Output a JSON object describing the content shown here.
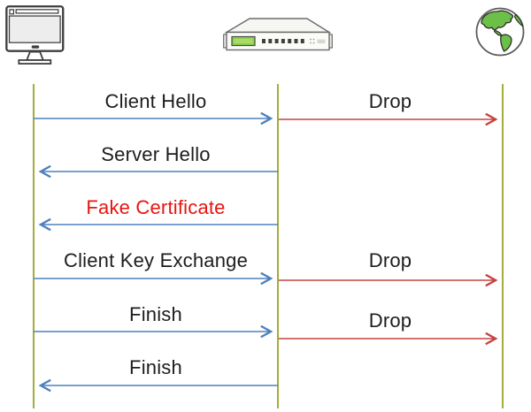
{
  "diagram": {
    "type": "sequence-diagram",
    "actors": [
      {
        "name": "client",
        "icon": "desktop-computer-icon"
      },
      {
        "name": "interception-device",
        "icon": "rack-server-icon"
      },
      {
        "name": "internet",
        "icon": "globe-icon"
      }
    ],
    "colors": {
      "lifeline": "#a2ad3c",
      "arrow_blue": "#4f81bd",
      "arrow_red": "#c5433f",
      "text_red": "#e8140f",
      "text_default": "#1d1d1d"
    },
    "messages": [
      {
        "label": "Client Hello",
        "from": "client",
        "to": "interception-device",
        "arrow": "blue",
        "text_color": "default"
      },
      {
        "label": "Drop",
        "from": "interception-device",
        "to": "internet",
        "arrow": "red",
        "text_color": "default"
      },
      {
        "label": "Server Hello",
        "from": "interception-device",
        "to": "client",
        "arrow": "blue",
        "text_color": "default"
      },
      {
        "label": "Fake Certificate",
        "from": "interception-device",
        "to": "client",
        "arrow": "blue",
        "text_color": "red"
      },
      {
        "label": "Client Key Exchange",
        "from": "client",
        "to": "interception-device",
        "arrow": "blue",
        "text_color": "default"
      },
      {
        "label": "Drop",
        "from": "interception-device",
        "to": "internet",
        "arrow": "red",
        "text_color": "default"
      },
      {
        "label": "Finish",
        "from": "client",
        "to": "interception-device",
        "arrow": "blue",
        "text_color": "default"
      },
      {
        "label": "Drop",
        "from": "interception-device",
        "to": "internet",
        "arrow": "red",
        "text_color": "default"
      },
      {
        "label": "Finish",
        "from": "interception-device",
        "to": "client",
        "arrow": "blue",
        "text_color": "default"
      }
    ]
  }
}
